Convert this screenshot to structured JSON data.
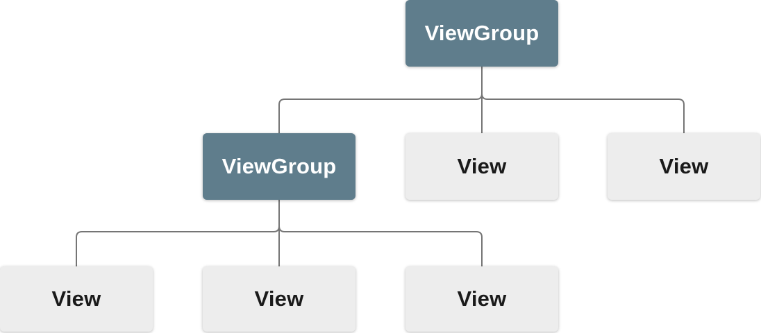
{
  "diagram": {
    "nodes": [
      {
        "id": "root",
        "label": "ViewGroup",
        "type": "viewgroup"
      },
      {
        "id": "child-group",
        "label": "ViewGroup",
        "type": "viewgroup"
      },
      {
        "id": "child-view-1",
        "label": "View",
        "type": "view"
      },
      {
        "id": "child-view-2",
        "label": "View",
        "type": "view"
      },
      {
        "id": "leaf-view-1",
        "label": "View",
        "type": "view"
      },
      {
        "id": "leaf-view-2",
        "label": "View",
        "type": "view"
      },
      {
        "id": "leaf-view-3",
        "label": "View",
        "type": "view"
      }
    ],
    "edges": [
      {
        "from": "root",
        "to": "child-group"
      },
      {
        "from": "root",
        "to": "child-view-1"
      },
      {
        "from": "root",
        "to": "child-view-2"
      },
      {
        "from": "child-group",
        "to": "leaf-view-1"
      },
      {
        "from": "child-group",
        "to": "leaf-view-2"
      },
      {
        "from": "child-group",
        "to": "leaf-view-3"
      }
    ],
    "colors": {
      "viewgroup_fill": "#5f7d8c",
      "viewgroup_text": "#ffffff",
      "view_fill": "#ededed",
      "view_text": "#1a1a1a",
      "connector": "#757575",
      "background": "#ffffff"
    }
  }
}
